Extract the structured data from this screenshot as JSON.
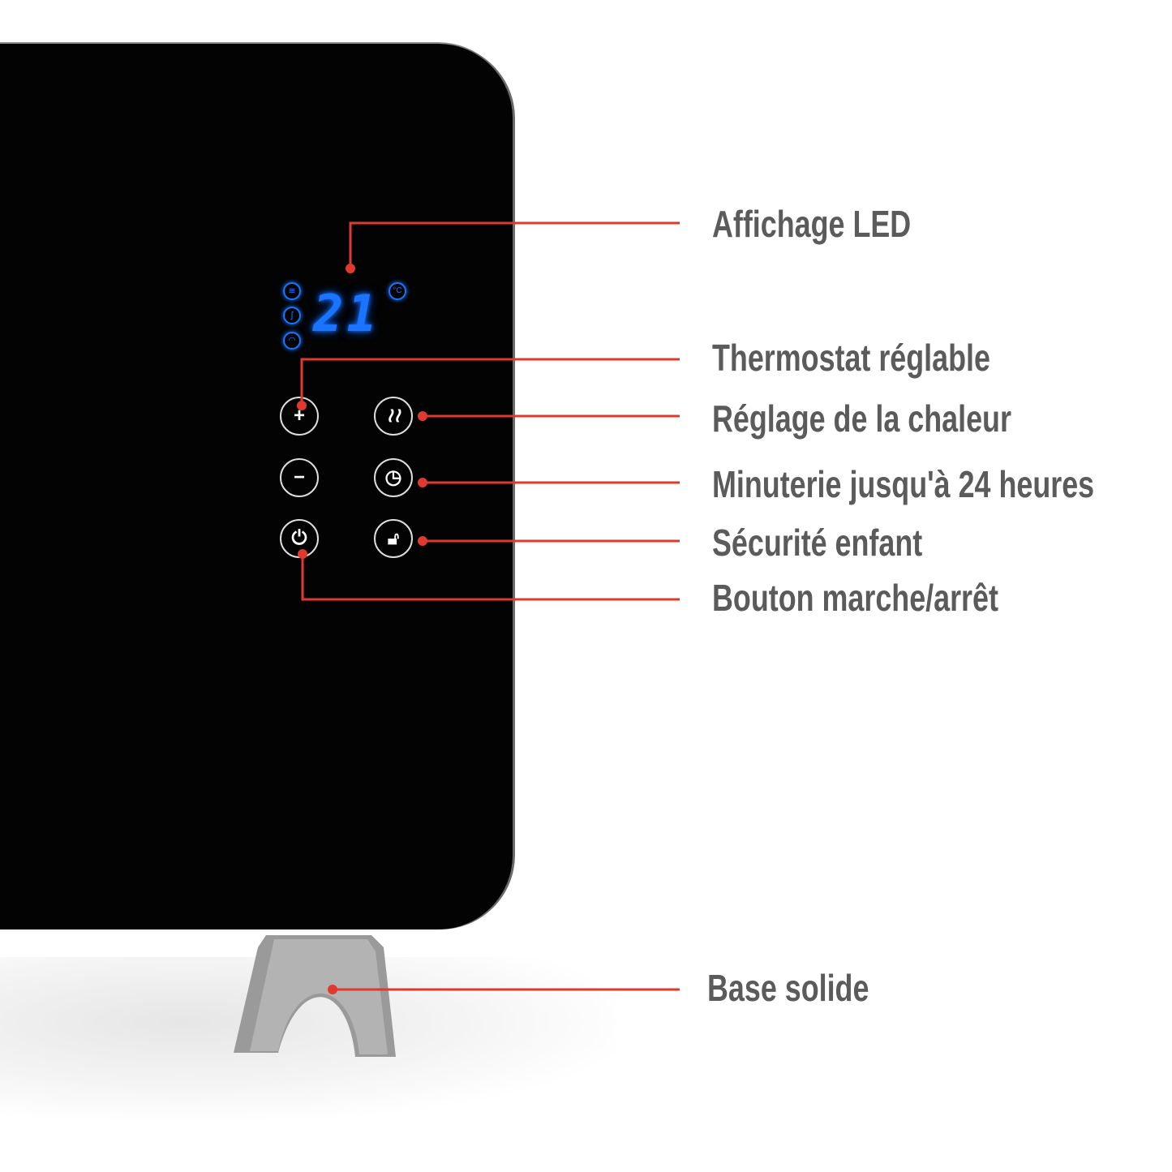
{
  "display": {
    "temperature": "21",
    "unit": "°C"
  },
  "callouts": [
    {
      "id": "led",
      "label": "Affichage LED"
    },
    {
      "id": "thermostat",
      "label": "Thermostat réglable"
    },
    {
      "id": "heat",
      "label": "Réglage de la chaleur"
    },
    {
      "id": "timer",
      "label": "Minuterie jusqu'à 24 heures"
    },
    {
      "id": "lock",
      "label": "Sécurité enfant"
    },
    {
      "id": "power",
      "label": "Bouton marche/arrêt"
    },
    {
      "id": "base",
      "label": "Base solide"
    }
  ],
  "colors": {
    "callout": "#e0392d",
    "led": "#1a74ff",
    "label": "#5b5b5b"
  }
}
